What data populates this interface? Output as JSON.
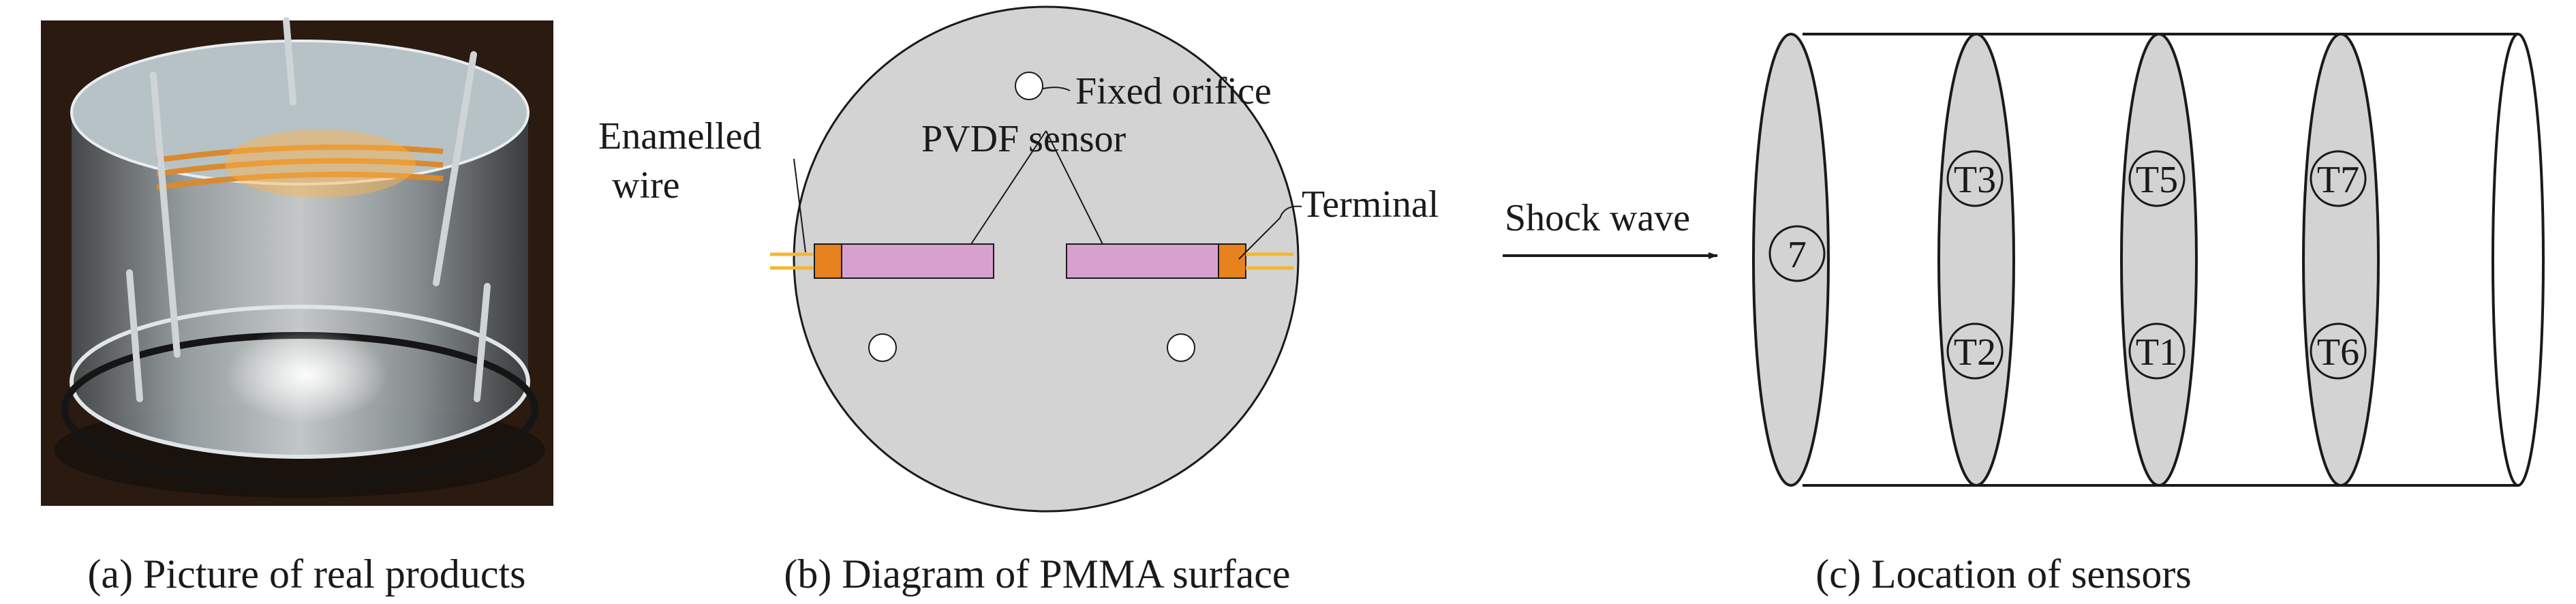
{
  "panel_a": {
    "caption": "(a) Picture of real products",
    "photo": {
      "background_color": "#2a1a10",
      "cylinder_color": "#c9d3d6",
      "wire_color": "#c87a2a"
    }
  },
  "panel_b": {
    "caption": "(b) Diagram of PMMA surface",
    "labels": {
      "fixed_orifice": "Fixed orifice",
      "enamelled": "Enamelled",
      "wire": "wire",
      "pvdf_sensor": "PVDF sensor",
      "terminal": "Terminal"
    },
    "colors": {
      "disk": "#d3d3d3",
      "sensor": "#d8a0cf",
      "terminal": "#e8821e",
      "wire": "#f2b830"
    }
  },
  "panel_c": {
    "caption": "(c) Location of sensors",
    "arrow_label": "Shock wave",
    "sensors": {
      "ring1": "7",
      "ring2_top": "T3",
      "ring2_bottom": "T2",
      "ring3_top": "T5",
      "ring3_bottom": "T1",
      "ring4_top": "T7",
      "ring4_bottom": "T6"
    },
    "colors": {
      "ring_fill": "#d3d3d3"
    }
  }
}
